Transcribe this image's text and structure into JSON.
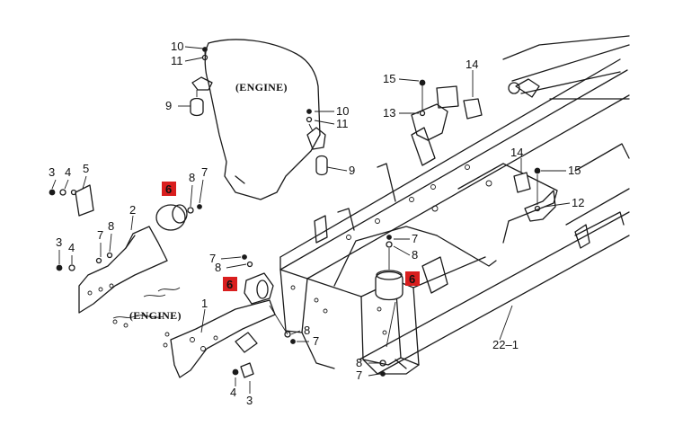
{
  "labels": {
    "engine_top": "(ENGINE)",
    "engine_left": "(ENGINE)",
    "n10a": "10",
    "n11a": "11",
    "n9a": "9",
    "n10b": "10",
    "n11b": "11",
    "n9b": "9",
    "n3a": "3",
    "n4a": "4",
    "n5": "5",
    "n3b": "3",
    "n4b": "4",
    "n7a": "7",
    "n8a": "8",
    "n2": "2",
    "n8b": "8",
    "n7b": "7",
    "n7c": "7",
    "n8c": "8",
    "n1": "1",
    "n8d": "8",
    "n7d": "7",
    "n4c": "4",
    "n3c": "3",
    "n15a": "15",
    "n13": "13",
    "n14a": "14",
    "n14b": "14",
    "n15b": "15",
    "n12": "12",
    "n7e": "7",
    "n8e": "8",
    "n8f": "8",
    "n7f": "7",
    "n22": "22–1"
  },
  "highlighted_labels": {
    "h6a": "6",
    "h6b": "6",
    "h6c": "6"
  },
  "colors": {
    "highlight": "#d91e1e",
    "ink": "#1a1a1a"
  }
}
